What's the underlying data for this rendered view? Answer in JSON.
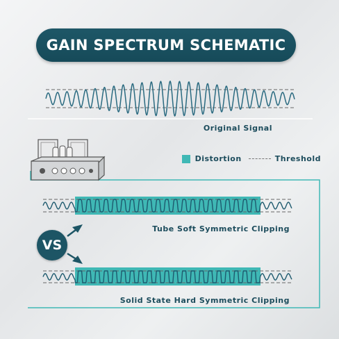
{
  "title": "GAIN SPECTRUM SCHEMATIC",
  "legend": {
    "distortion": "Distortion",
    "threshold": "Threshold"
  },
  "labels": {
    "original": "Original Signal",
    "tube": "Tube Soft Symmetric Clipping",
    "solid": "Solid State Hard Symmetric Clipping"
  },
  "vs": "VS",
  "colors": {
    "title_bg": "#1b5464",
    "teal": "#3fb8b5",
    "wave": "#2a6a80",
    "text": "#1c4c5c"
  }
}
